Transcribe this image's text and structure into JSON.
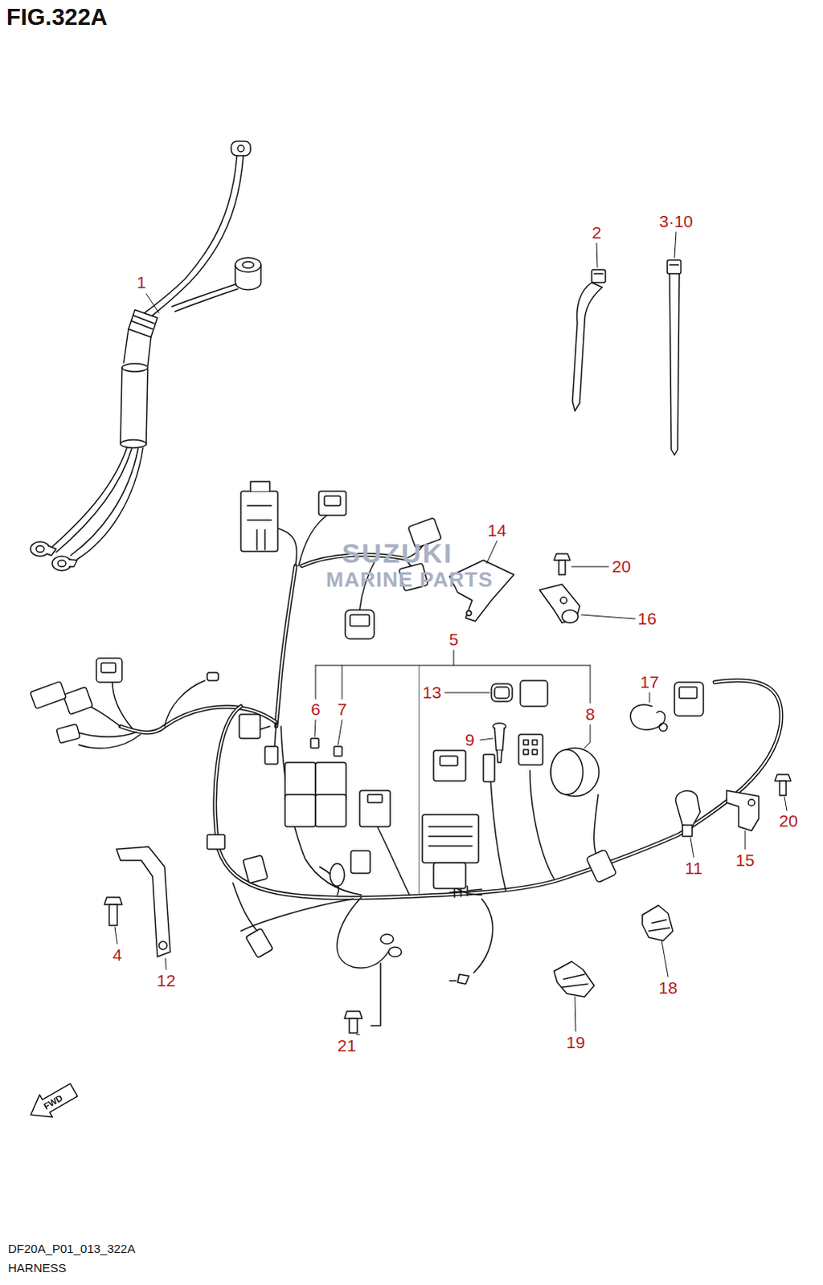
{
  "diagram": {
    "title": "FIG.322A",
    "labels": [
      "1",
      "2",
      "3·10",
      "14",
      "20",
      "16",
      "5",
      "13",
      "6",
      "7",
      "8",
      "17",
      "9",
      "20",
      "11",
      "15",
      "4",
      "12",
      "21",
      "19",
      "18",
      "FWD",
      "SUZUKI",
      "MARINE PARTS",
      "DF20A_P01_013_322A",
      "HARNESS"
    ]
  }
}
